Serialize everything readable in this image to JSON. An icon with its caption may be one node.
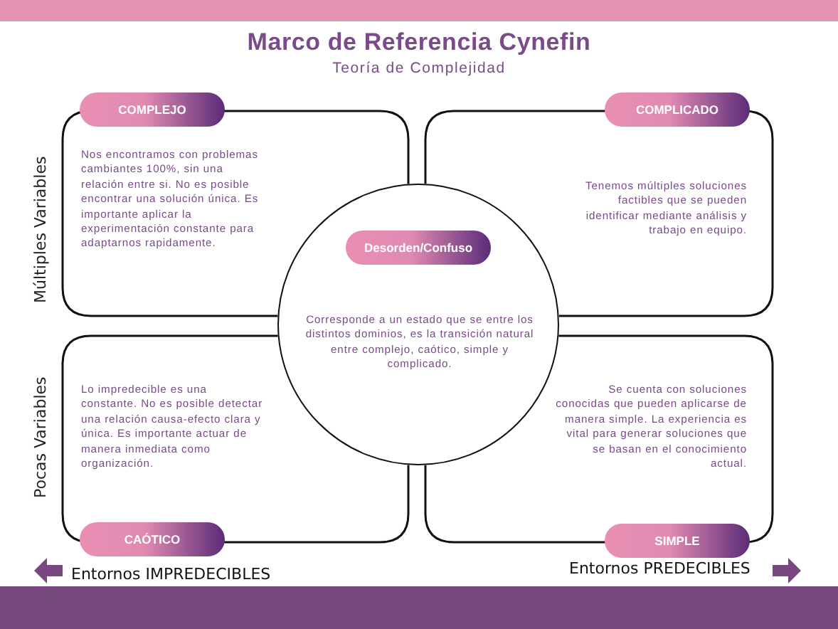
{
  "diagram": {
    "title": "Marco de Referencia Cynefin",
    "caption": "Teoría de Complejidad",
    "nodes": [
      {
        "text": [
          "COMPLEJO",
          "Nos encontramos con problemas cambiantes 100%, sin una relación entre si. No es posible encontrar una solución única. Es importante aplicar la experimentación constante para adaptarnos rapidamente."
        ]
      },
      {
        "text": [
          "COMPLICADO",
          "Tenemos múltiples soluciones factibles que se pueden identificar mediante análisis y trabajo en equipo."
        ]
      },
      {
        "text": [
          "Lo impredecible es una constante. No es posible detectar una relación causa-efecto clara y única. Es importante actuar de manera inmediata como organización.",
          "CAÓTICO"
        ]
      },
      {
        "text": [
          "Se cuenta con soluciones conocidas que pueden aplicarse de manera simple. La experiencia es vital para generar soluciones que se basan en el conocimiento actual.",
          "SIMPLE"
        ]
      },
      {
        "text": [
          "Desorden/Confuso",
          "Corresponde a un estado que se entre los distintos dominios, es la transición natural entre complejo, caótico, simple y complicado."
        ]
      }
    ],
    "labels": [
      "Múltiples Variables",
      "Pocas Variables",
      "Entornos IMPREDECIBLES",
      "Entornos PREDECIBLES"
    ]
  }
}
